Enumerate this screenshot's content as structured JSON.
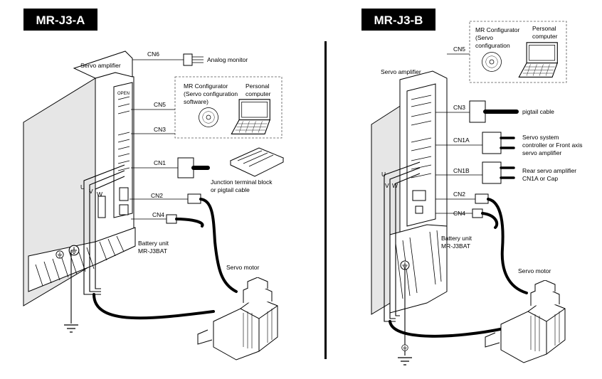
{
  "left": {
    "title": "MR-J3-A",
    "amplifier_label": "Servo amplifier",
    "phases": [
      "U",
      "V",
      "W"
    ],
    "cn6": "CN6",
    "analog_monitor": "Analog monitor",
    "open_label": "OPEN",
    "cn5": "CN5",
    "cn3": "CN3",
    "cn1": "CN1",
    "cn2": "CN2",
    "cn4": "CN4",
    "configurator_lines": [
      "MR Configurator",
      "(Servo configuration",
      "software)"
    ],
    "pc_lines": [
      "Personal",
      "computer"
    ],
    "junction_lines": [
      "Junction terminal block",
      "or pigtail cable"
    ],
    "battery_lines": [
      "Battery unit",
      "MR-J3BAT"
    ],
    "motor_label": "Servo motor"
  },
  "right": {
    "title": "MR-J3-B",
    "amplifier_label": "Servo amplifier",
    "phases": [
      "U",
      "V",
      "W"
    ],
    "cn5": "CN5",
    "cn3": "CN3",
    "cn1a": "CN1A",
    "cn1b": "CN1B",
    "cn2": "CN2",
    "cn4": "CN4",
    "configurator_lines": [
      "MR Configurator",
      "(Servo",
      "configuration"
    ],
    "pc_lines": [
      "Personal",
      "computer"
    ],
    "pigtail_label": "pigtail cable",
    "servo_system_lines": [
      "Servo system",
      "controller or Front axis",
      "servo amplifier"
    ],
    "rear_lines": [
      "Rear servo amplifier",
      "CN1A or Cap"
    ],
    "battery_lines": [
      "Battery unit",
      "MR-J3BAT"
    ],
    "motor_label": "Servo motor"
  }
}
